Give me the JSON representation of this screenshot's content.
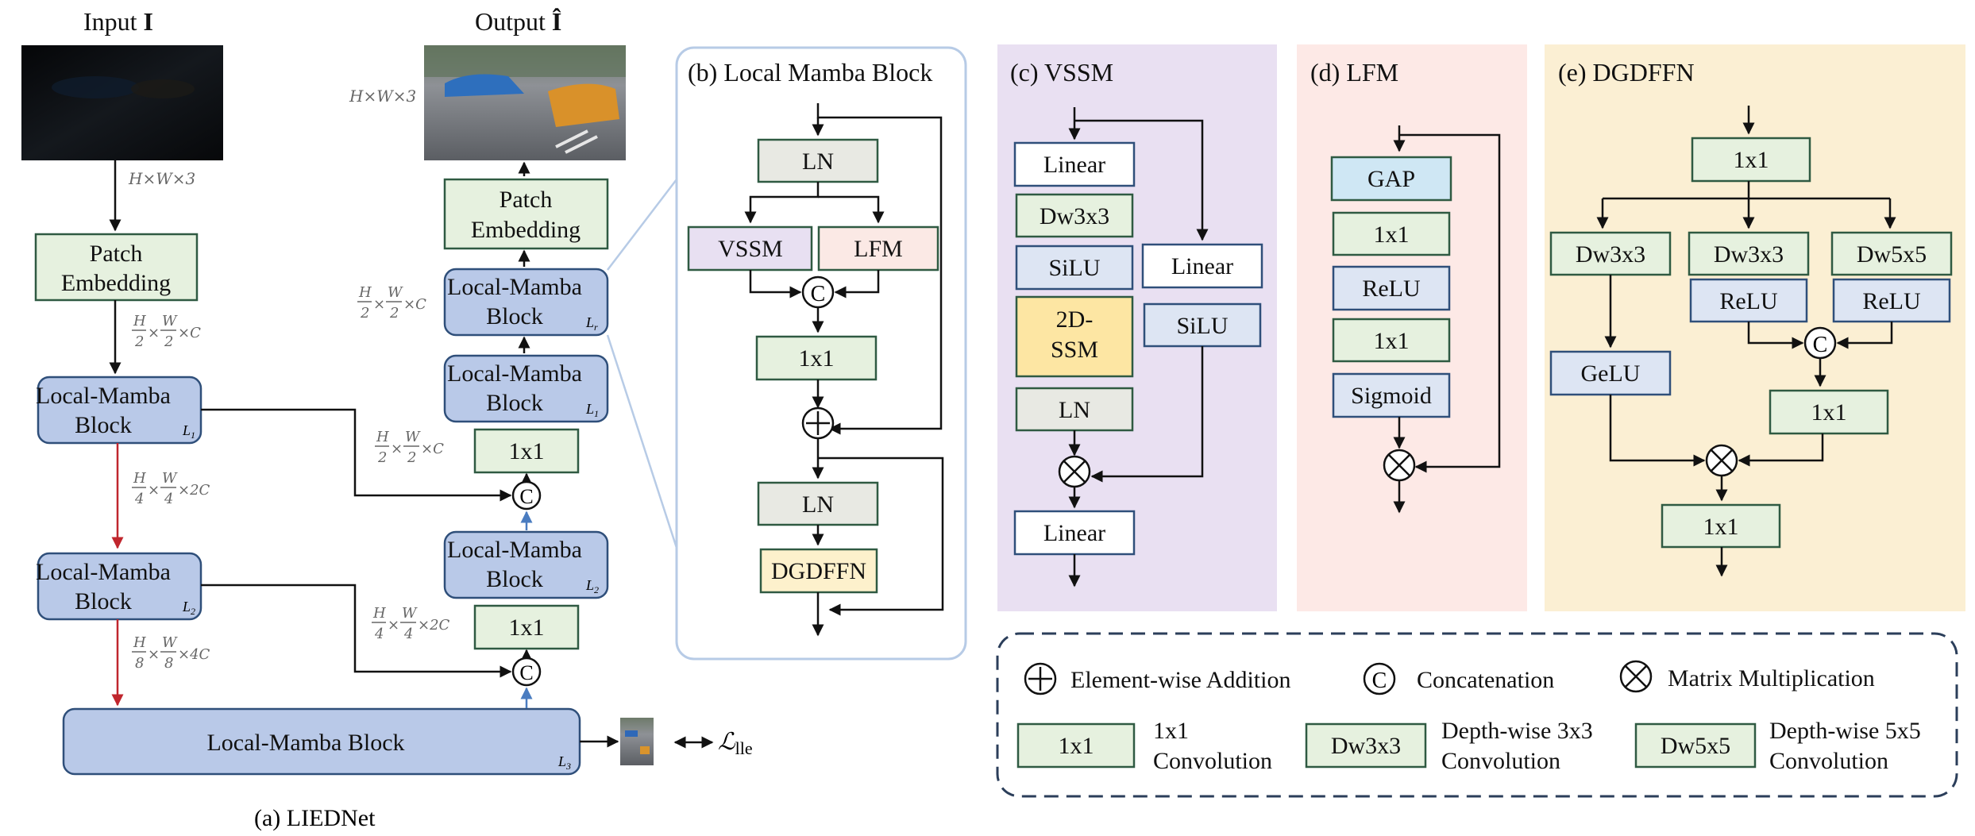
{
  "panel_a": {
    "input_label": "Input",
    "input_symbol": "I",
    "output_label": "Output",
    "output_symbol": "Î",
    "caption": "(a) LIEDNet",
    "patch_embedding_line1": "Patch",
    "patch_embedding_line2": "Embedding",
    "lmb_line1": "Local-Mamba",
    "lmb_line2": "Block",
    "lmb_single": "Local-Mamba Block",
    "layer_L1": "L",
    "layer_L1_sub": "1",
    "layer_L2": "L",
    "layer_L2_sub": "2",
    "layer_L3": "L",
    "layer_L3_sub": "3",
    "layer_Lr": "L",
    "layer_Lr_sub": "r",
    "conv_1x1": "1x1",
    "concat_symbol": "C",
    "loss_label": "ℒ",
    "loss_sub": "lle",
    "dims": {
      "full": "H×W×3",
      "h2": "H",
      "w2": "W",
      "div2": "2",
      "div4": "4",
      "div8": "8",
      "c1": "×C",
      "c2": "×2C",
      "c4": "×4C",
      "times": "×"
    }
  },
  "panel_b": {
    "title": "(b) Local Mamba Block",
    "ln": "LN",
    "vssm": "VSSM",
    "lfm": "LFM",
    "conv": "1x1",
    "ln2": "LN",
    "dgdffn": "DGDFFN"
  },
  "panel_c": {
    "title": "(c) VSSM",
    "linear1": "Linear",
    "dw3x3": "Dw3x3",
    "silu1": "SiLU",
    "ssm_line1": "2D-",
    "ssm_line2": "SSM",
    "ln": "LN",
    "linear2": "Linear",
    "linear_right": "Linear",
    "silu_right": "SiLU"
  },
  "panel_d": {
    "title": "(d) LFM",
    "gap": "GAP",
    "conv1": "1x1",
    "relu": "ReLU",
    "conv2": "1x1",
    "sigmoid": "Sigmoid"
  },
  "panel_e": {
    "title": "(e) DGDFFN",
    "conv_top": "1x1",
    "dw3x3_a": "Dw3x3",
    "dw3x3_b": "Dw3x3",
    "dw5x5": "Dw5x5",
    "relu_b": "ReLU",
    "relu_c": "ReLU",
    "gelu": "GeLU",
    "conv_mid": "1x1",
    "conv_bottom": "1x1"
  },
  "legend": {
    "add_label": "Element-wise Addition",
    "concat_label": "Concatenation",
    "matmul_label": "Matrix Multiplication",
    "conv1_box": "1x1",
    "conv1_desc1": "1x1",
    "conv1_desc2": "Convolution",
    "dw3_box": "Dw3x3",
    "dw3_desc1": "Depth-wise 3x3",
    "dw3_desc2": "Convolution",
    "dw5_box": "Dw5x5",
    "dw5_desc1": "Depth-wise 5x5",
    "dw5_desc2": "Convolution"
  },
  "colors": {
    "green_box": "#e6f1df",
    "green_border": "#2f5a42",
    "blue_box": "#b9c9e8",
    "blue_border": "#2f4f7a",
    "light_blue_box": "#dde5f3",
    "grey_box": "#e8e9e3",
    "purple_box": "#e8e0f2",
    "pink_box": "#fbe9e5",
    "yellow_box": "#fde6a3",
    "cyan_box": "#cfe7f4",
    "bg_c": "#e9e0f2",
    "bg_d": "#fde9e6",
    "bg_e": "#fbefd3",
    "red_arrow": "#c0262d",
    "blue_arrow": "#4a7cc0",
    "panel_b_border": "#b7cbe6"
  },
  "icons": [
    "plus-circle-icon",
    "concat-circle-icon",
    "times-circle-icon",
    "arrow-icon"
  ]
}
